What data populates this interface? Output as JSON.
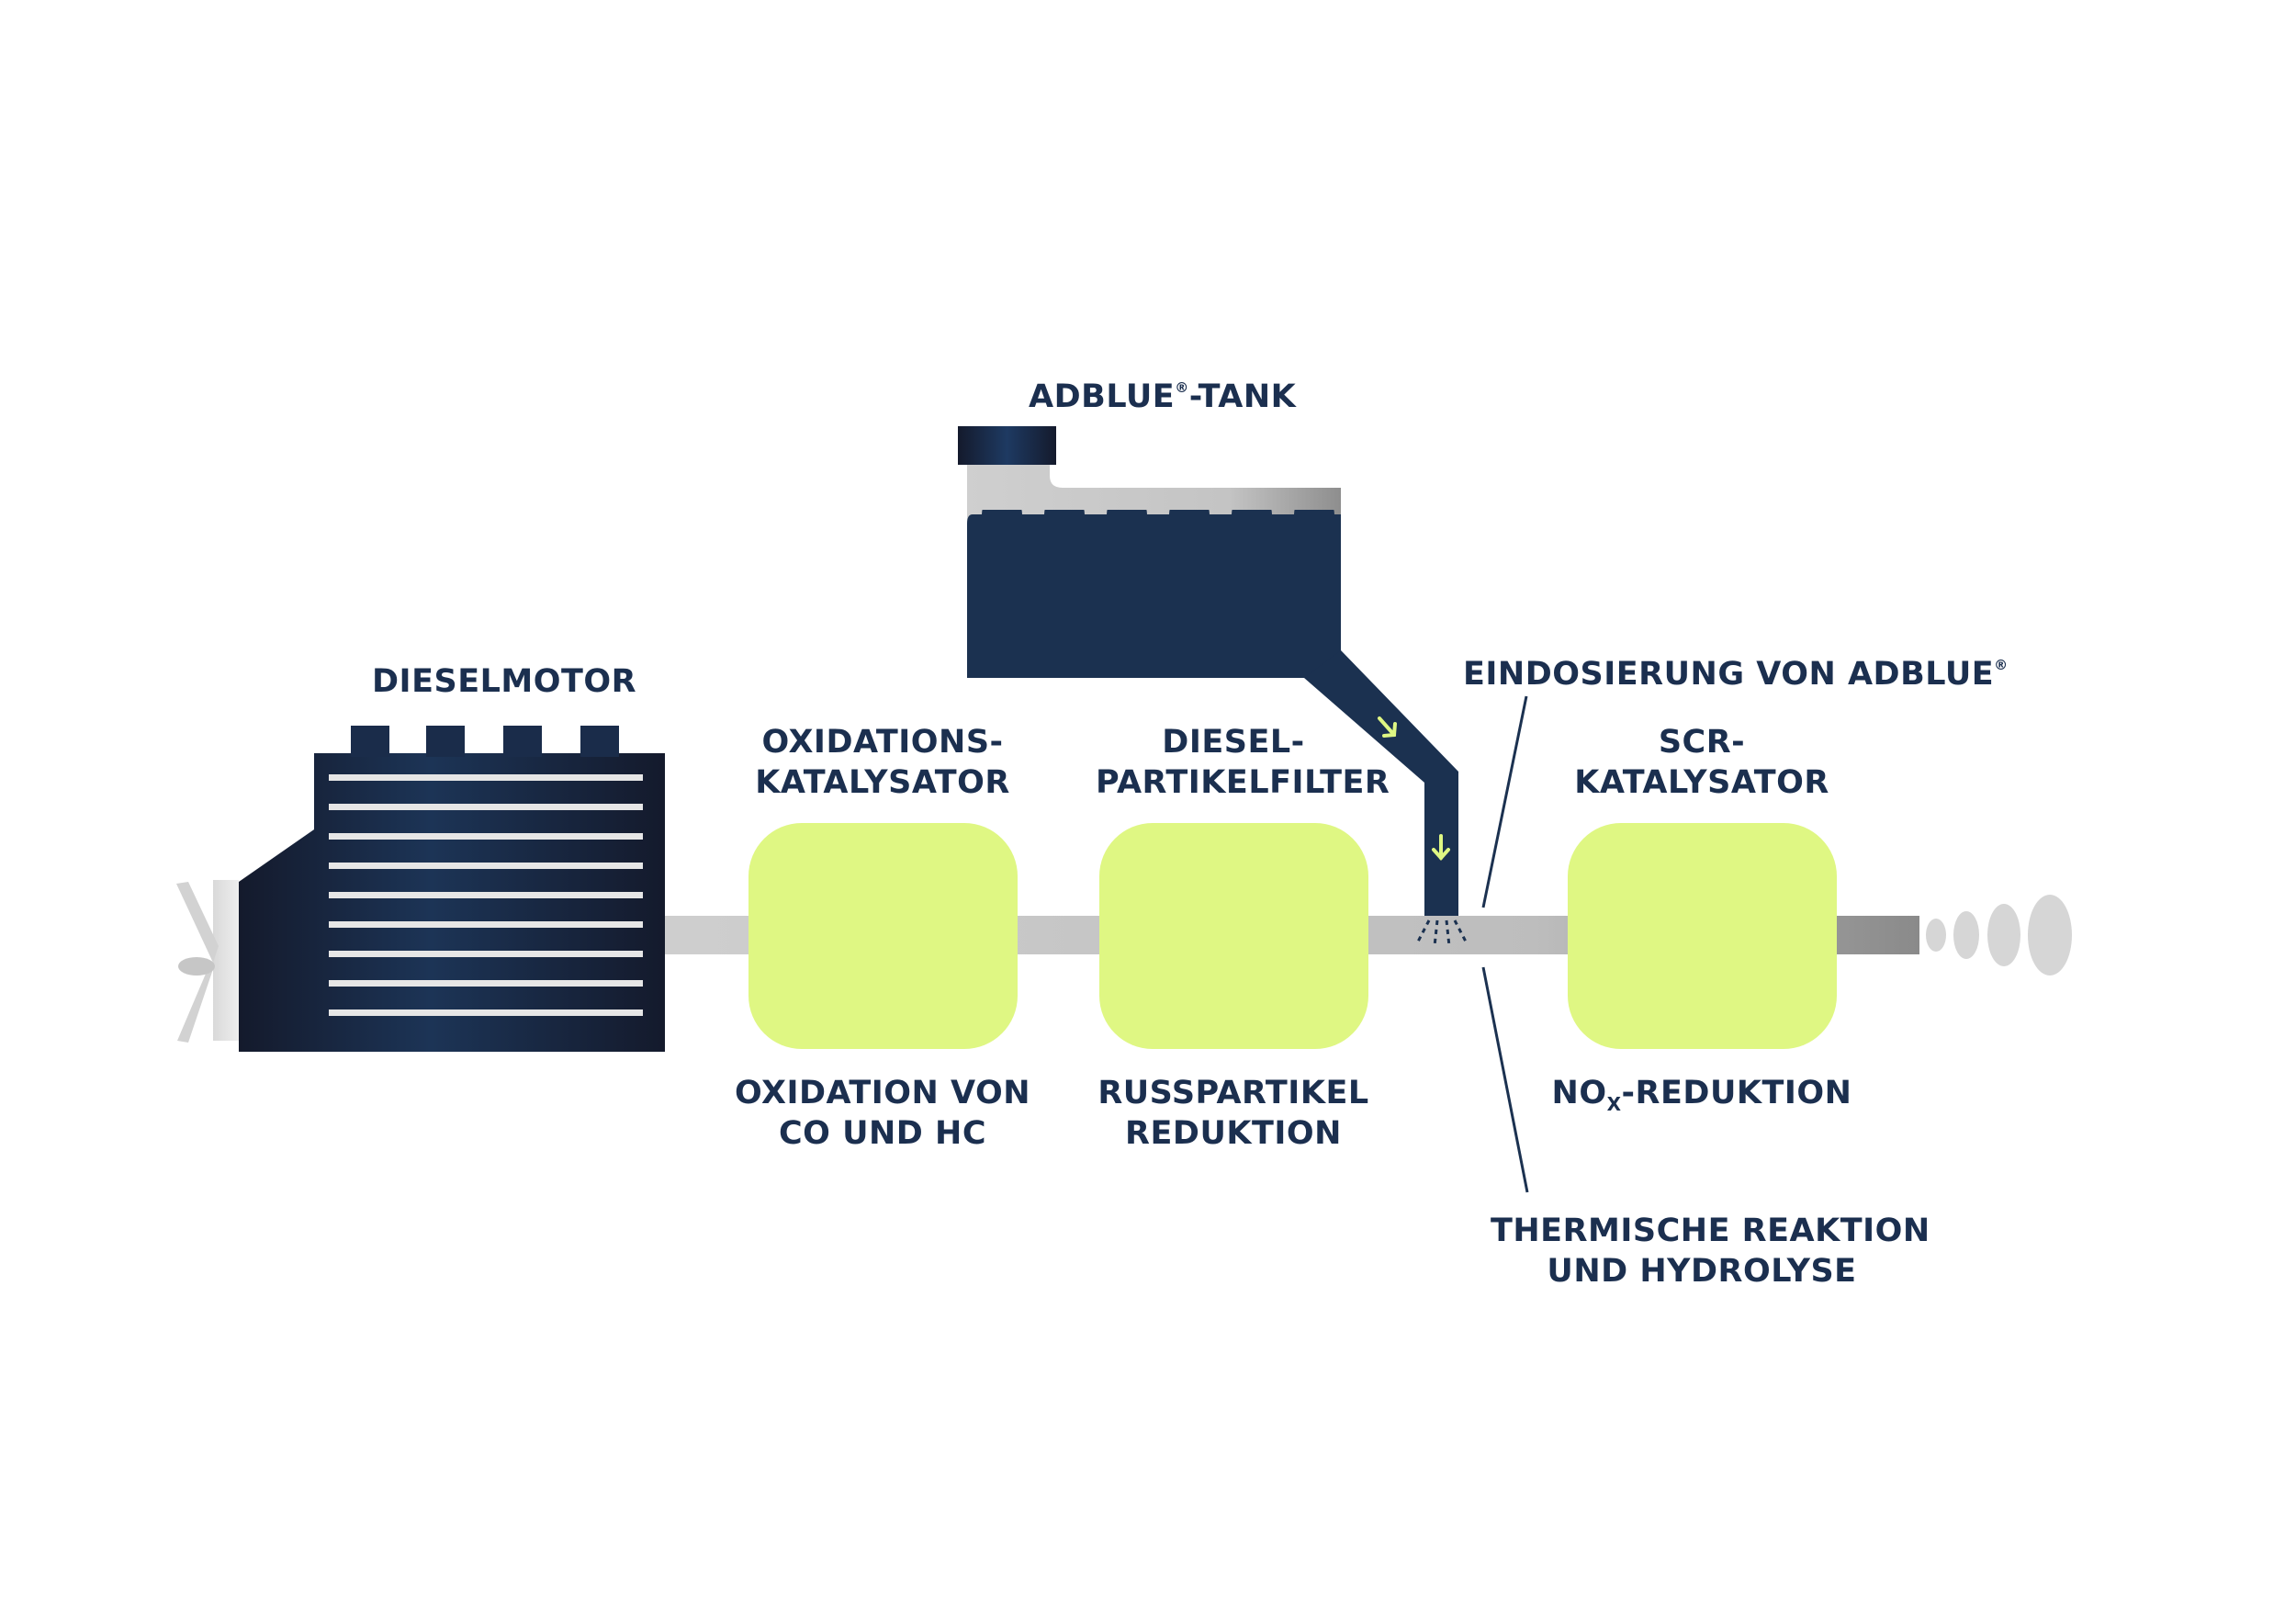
{
  "labels": {
    "engine": "DIESELMOTOR",
    "tank_pre": "ADBLUE",
    "tank_sup": "®",
    "tank_post": "-TANK",
    "doc_line1": "OXIDATIONS-",
    "doc_line2": "KATALYSATOR",
    "dpf_line1": "DIESEL-",
    "dpf_line2": "PARTIKELFILTER",
    "scr_line1": "SCR-",
    "scr_line2": "KATALYSATOR",
    "dosing_pre": "EINDOSIERUNG VON ADBLUE",
    "dosing_sup": "®",
    "doc_fn_line1": "OXIDATION VON",
    "doc_fn_line2": "CO UND HC",
    "dpf_fn_line1": "RUSSPARTIKEL",
    "dpf_fn_line2": "REDUKTION",
    "scr_fn_pre": "NO",
    "scr_fn_sub": "X",
    "scr_fn_post": "-REDUKTION",
    "hydrolysis_line1": "THERMISCHE REAKTION",
    "hydrolysis_line2": "UND HYDROLYSE"
  },
  "colors": {
    "navy": "#1b2f4f",
    "catalyst_fill": "#dff783",
    "pipe_gray": "#c8c8c8",
    "arrow_green": "#dff783"
  },
  "icons": [
    "diesel-engine-icon",
    "fan-icon",
    "adblue-tank-icon",
    "flow-arrow-icon",
    "spray-nozzle-icon",
    "exhaust-puff-icon"
  ]
}
